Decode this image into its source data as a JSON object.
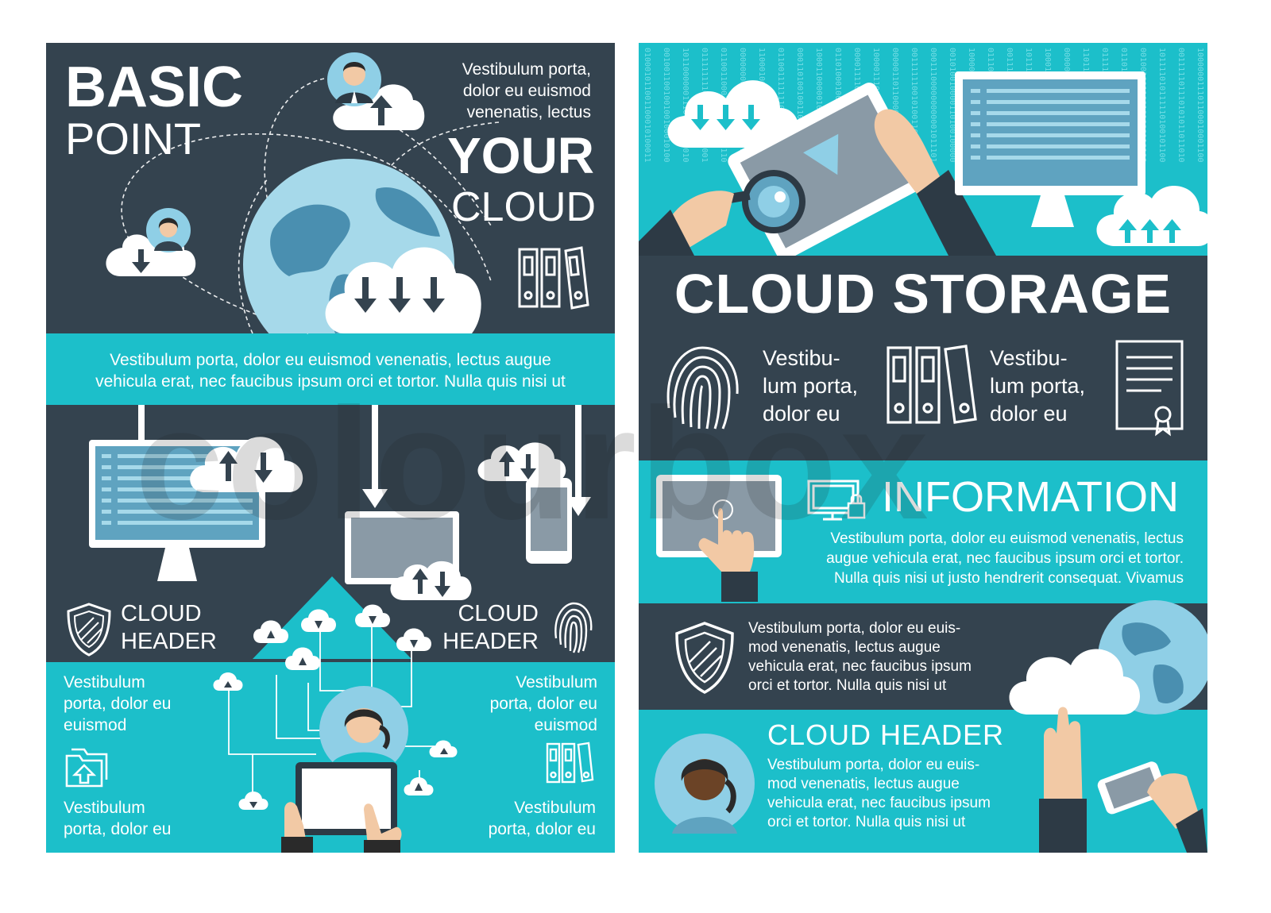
{
  "left_poster": {
    "title_line1": "BASIC",
    "title_line2": "POINT",
    "subtitle_line1": "YOUR",
    "subtitle_line2": "CLOUD",
    "top_right_text": [
      "Vestibulum porta,",
      "dolor eu euismod",
      "venenatis, lectus"
    ],
    "banner_text": [
      "Vestibulum porta, dolor eu euismod venenatis, lectus augue",
      "vehicula erat, nec faucibus ipsum orci et tortor. Nulla quis nisi ut"
    ],
    "left_header": [
      "CLOUD",
      "HEADER"
    ],
    "right_header": [
      "CLOUD",
      "HEADER"
    ],
    "left_text_1": [
      "Vestibulum",
      "porta, dolor eu",
      "euismod"
    ],
    "left_text_2": [
      "Vestibulum",
      "porta, dolor eu"
    ],
    "right_text_1": [
      "Vestibulum",
      "porta, dolor eu",
      "euismod"
    ],
    "right_text_2": [
      "Vestibulum",
      "porta, dolor eu"
    ]
  },
  "right_poster": {
    "title": "CLOUD STORAGE",
    "feature_text_1": [
      "Vestibu-",
      "lum porta,",
      "dolor eu"
    ],
    "feature_text_2": [
      "Vestibu-",
      "lum porta,",
      "dolor eu"
    ],
    "info_title": "INFORMATION",
    "info_text": [
      "Vestibulum porta, dolor eu euismod venenatis, lectus",
      "augue vehicula erat, nec faucibus ipsum orci et tortor.",
      "Nulla quis nisi ut justo hendrerit consequat. Vivamus"
    ],
    "security_text": [
      "Vestibulum porta, dolor eu euis-",
      "mod venenatis, lectus augue",
      "vehicula erat, nec faucibus ipsum",
      "orci et tortor. Nulla quis nisi ut"
    ],
    "footer_header": "CLOUD HEADER",
    "footer_text": [
      "Vestibulum porta, dolor eu euis-",
      "mod venenatis, lectus augue",
      "vehicula erat, nec faucibus ipsum",
      "orci et tortor. Nulla quis nisi ut"
    ]
  },
  "watermark": "colourbox",
  "colors": {
    "navy": "#34434f",
    "teal": "#1cbfca",
    "light_blue": "#8fcfe6",
    "white": "#ffffff"
  }
}
